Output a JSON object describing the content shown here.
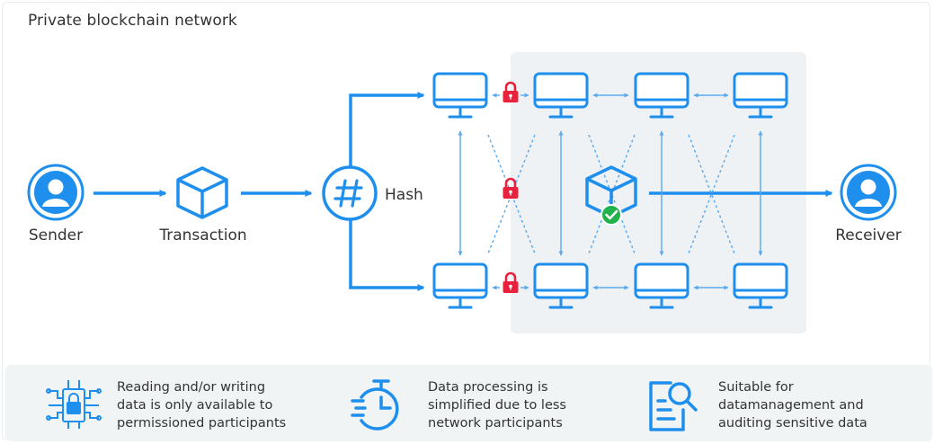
{
  "title": "Private blockchain network",
  "nodes": {
    "sender": "Sender",
    "transaction": "Transaction",
    "hash": "Hash",
    "receiver": "Receiver"
  },
  "colors": {
    "primary": "#1f8fee",
    "lock": "#e8223d",
    "check": "#21b24b",
    "network_bg": "#eef2f4",
    "footer_bg": "#f0f4f5"
  },
  "icons": [
    "user-icon",
    "cube-icon",
    "hash-icon",
    "monitor-icon",
    "lock-icon",
    "check-icon",
    "circuit-lock-icon",
    "stopwatch-icon",
    "document-search-icon"
  ],
  "features": [
    {
      "icon": "circuit-lock-icon",
      "lines": [
        "Reading and/or writing",
        "data is only available to",
        "permissioned participants"
      ]
    },
    {
      "icon": "stopwatch-icon",
      "lines": [
        "Data processing is",
        "simplified due to less",
        "network participants"
      ]
    },
    {
      "icon": "document-search-icon",
      "lines": [
        "Suitable for",
        "datamanagement and",
        "auditing sensitive data"
      ]
    }
  ]
}
